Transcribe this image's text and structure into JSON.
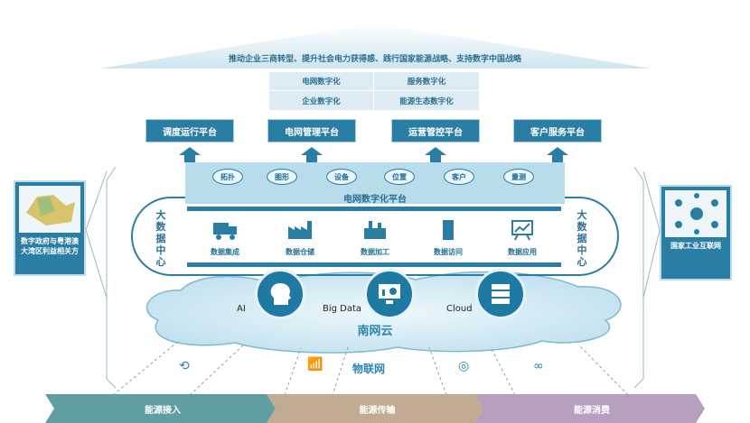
{
  "goal": "推动企业三商转型、提升社会电力获得感、践行国家能源战略、支持数字中国战略",
  "digitalization": [
    "电网数字化",
    "服务数字化",
    "企业数字化",
    "能源生态数字化"
  ],
  "platforms": [
    "调度运行平台",
    "电网管理平台",
    "运营管控平台",
    "客户服务平台"
  ],
  "grid_platform": {
    "label": "电网数字化平台",
    "nodes": [
      "拓扑",
      "图形",
      "设备",
      "位置",
      "客户",
      "量测"
    ]
  },
  "data_center": {
    "label": "大数据中心",
    "modules": [
      "数据集成",
      "数据仓储",
      "数据加工",
      "数据访问",
      "数据应用"
    ]
  },
  "left_panel": "数字政府与粤港澳大湾区利益相关方",
  "right_panel": "国家工业互联网",
  "cloud": {
    "label": "南网云",
    "tech": [
      "AI",
      "Big Data",
      "Cloud"
    ]
  },
  "iot": "物联网",
  "energy_chain": [
    "能源接入",
    "能源传输",
    "能源消费"
  ],
  "colors": {
    "primary": "#2b7ea3",
    "light": "#b9dcea",
    "teal": "#5f9ea3",
    "tan": "#c2ab92",
    "purple": "#b7a0bf"
  }
}
